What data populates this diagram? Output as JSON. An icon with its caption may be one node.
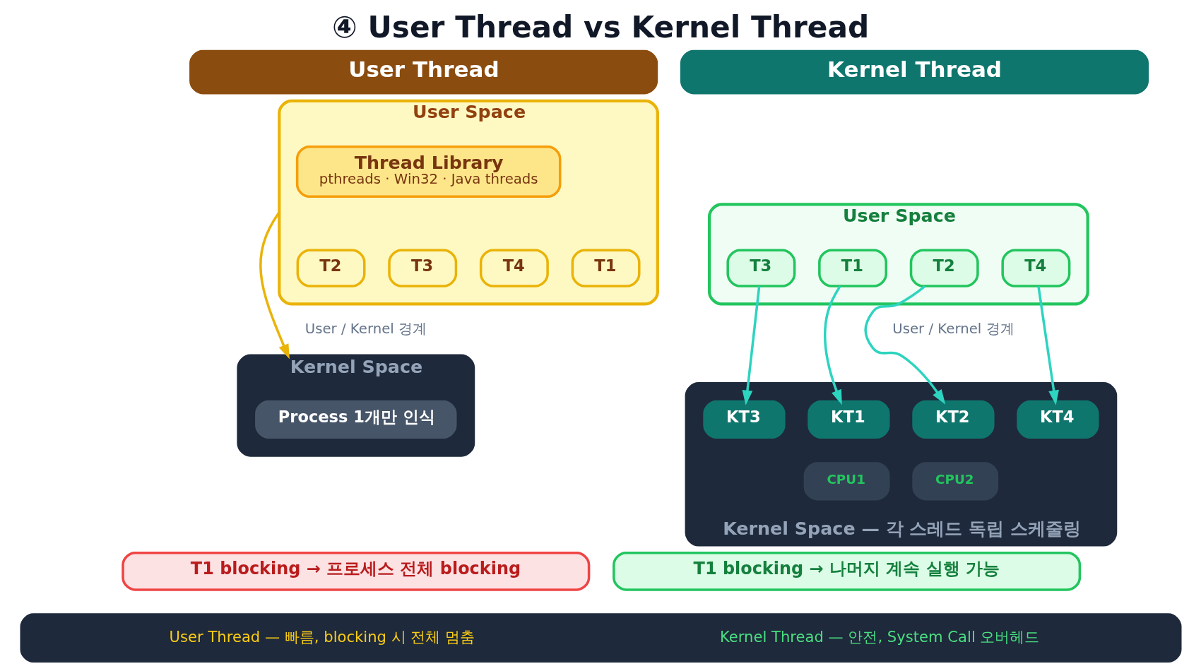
{
  "diagram": {
    "title": "④ User Thread vs Kernel Thread",
    "nodes": [
      {
        "text": [
          "User Thread"
        ]
      },
      {
        "text": [
          "User Space"
        ]
      },
      {
        "text": [
          "Thread Library",
          "pthreads · Win32 · Java threads"
        ],
        "in": 1
      },
      {
        "text": [
          "T1"
        ],
        "in": 1
      },
      {
        "text": [
          "T2"
        ],
        "in": 1
      },
      {
        "text": [
          "T3"
        ],
        "in": 1
      },
      {
        "text": [
          "T4"
        ],
        "in": 1
      },
      {
        "text": [
          "Kernel Space"
        ]
      },
      {
        "text": [
          "Process 1개만 인식"
        ],
        "in": 7
      },
      {
        "text": [
          "T1 blocking → 프로세스 전체 blocking"
        ]
      },
      {
        "text": [
          "Kernel Thread"
        ]
      },
      {
        "text": [
          "User Space"
        ]
      },
      {
        "text": [
          "T1"
        ],
        "in": 11
      },
      {
        "text": [
          "T2"
        ],
        "in": 11
      },
      {
        "text": [
          "T3"
        ],
        "in": 11
      },
      {
        "text": [
          "T4"
        ],
        "in": 11
      },
      {
        "text": [
          "Kernel Space — 각 스레드 독립 스케줄링"
        ]
      },
      {
        "text": [
          "KT1"
        ],
        "in": 16
      },
      {
        "text": [
          "KT2"
        ],
        "in": 16
      },
      {
        "text": [
          "KT3"
        ],
        "in": 16
      },
      {
        "text": [
          "KT4"
        ],
        "in": 16
      },
      {
        "text": [
          "CPU1"
        ],
        "in": 16
      },
      {
        "text": [
          "CPU2"
        ],
        "in": 16
      },
      {
        "text": [
          "T1 blocking → 나머지 계속 실행 가능"
        ]
      },
      {
        "text": [
          "User Thread — 빠름, blocking 시 전체 멈춤",
          "Kernel Thread — 안전, System Call 오버헤드"
        ]
      }
    ],
    "edges": [
      {
        "from": 1,
        "to": 7,
        "arrow": "to",
        "color": "#eab308"
      },
      {
        "from": 12,
        "to": 17,
        "arrow": "to"
      },
      {
        "from": 13,
        "to": 18,
        "arrow": "to"
      },
      {
        "from": 14,
        "to": 19,
        "arrow": "to"
      },
      {
        "from": 15,
        "to": 20,
        "arrow": "to"
      }
    ],
    "labels": [
      "User / Kernel 경계",
      "User / Kernel 경계"
    ]
  }
}
